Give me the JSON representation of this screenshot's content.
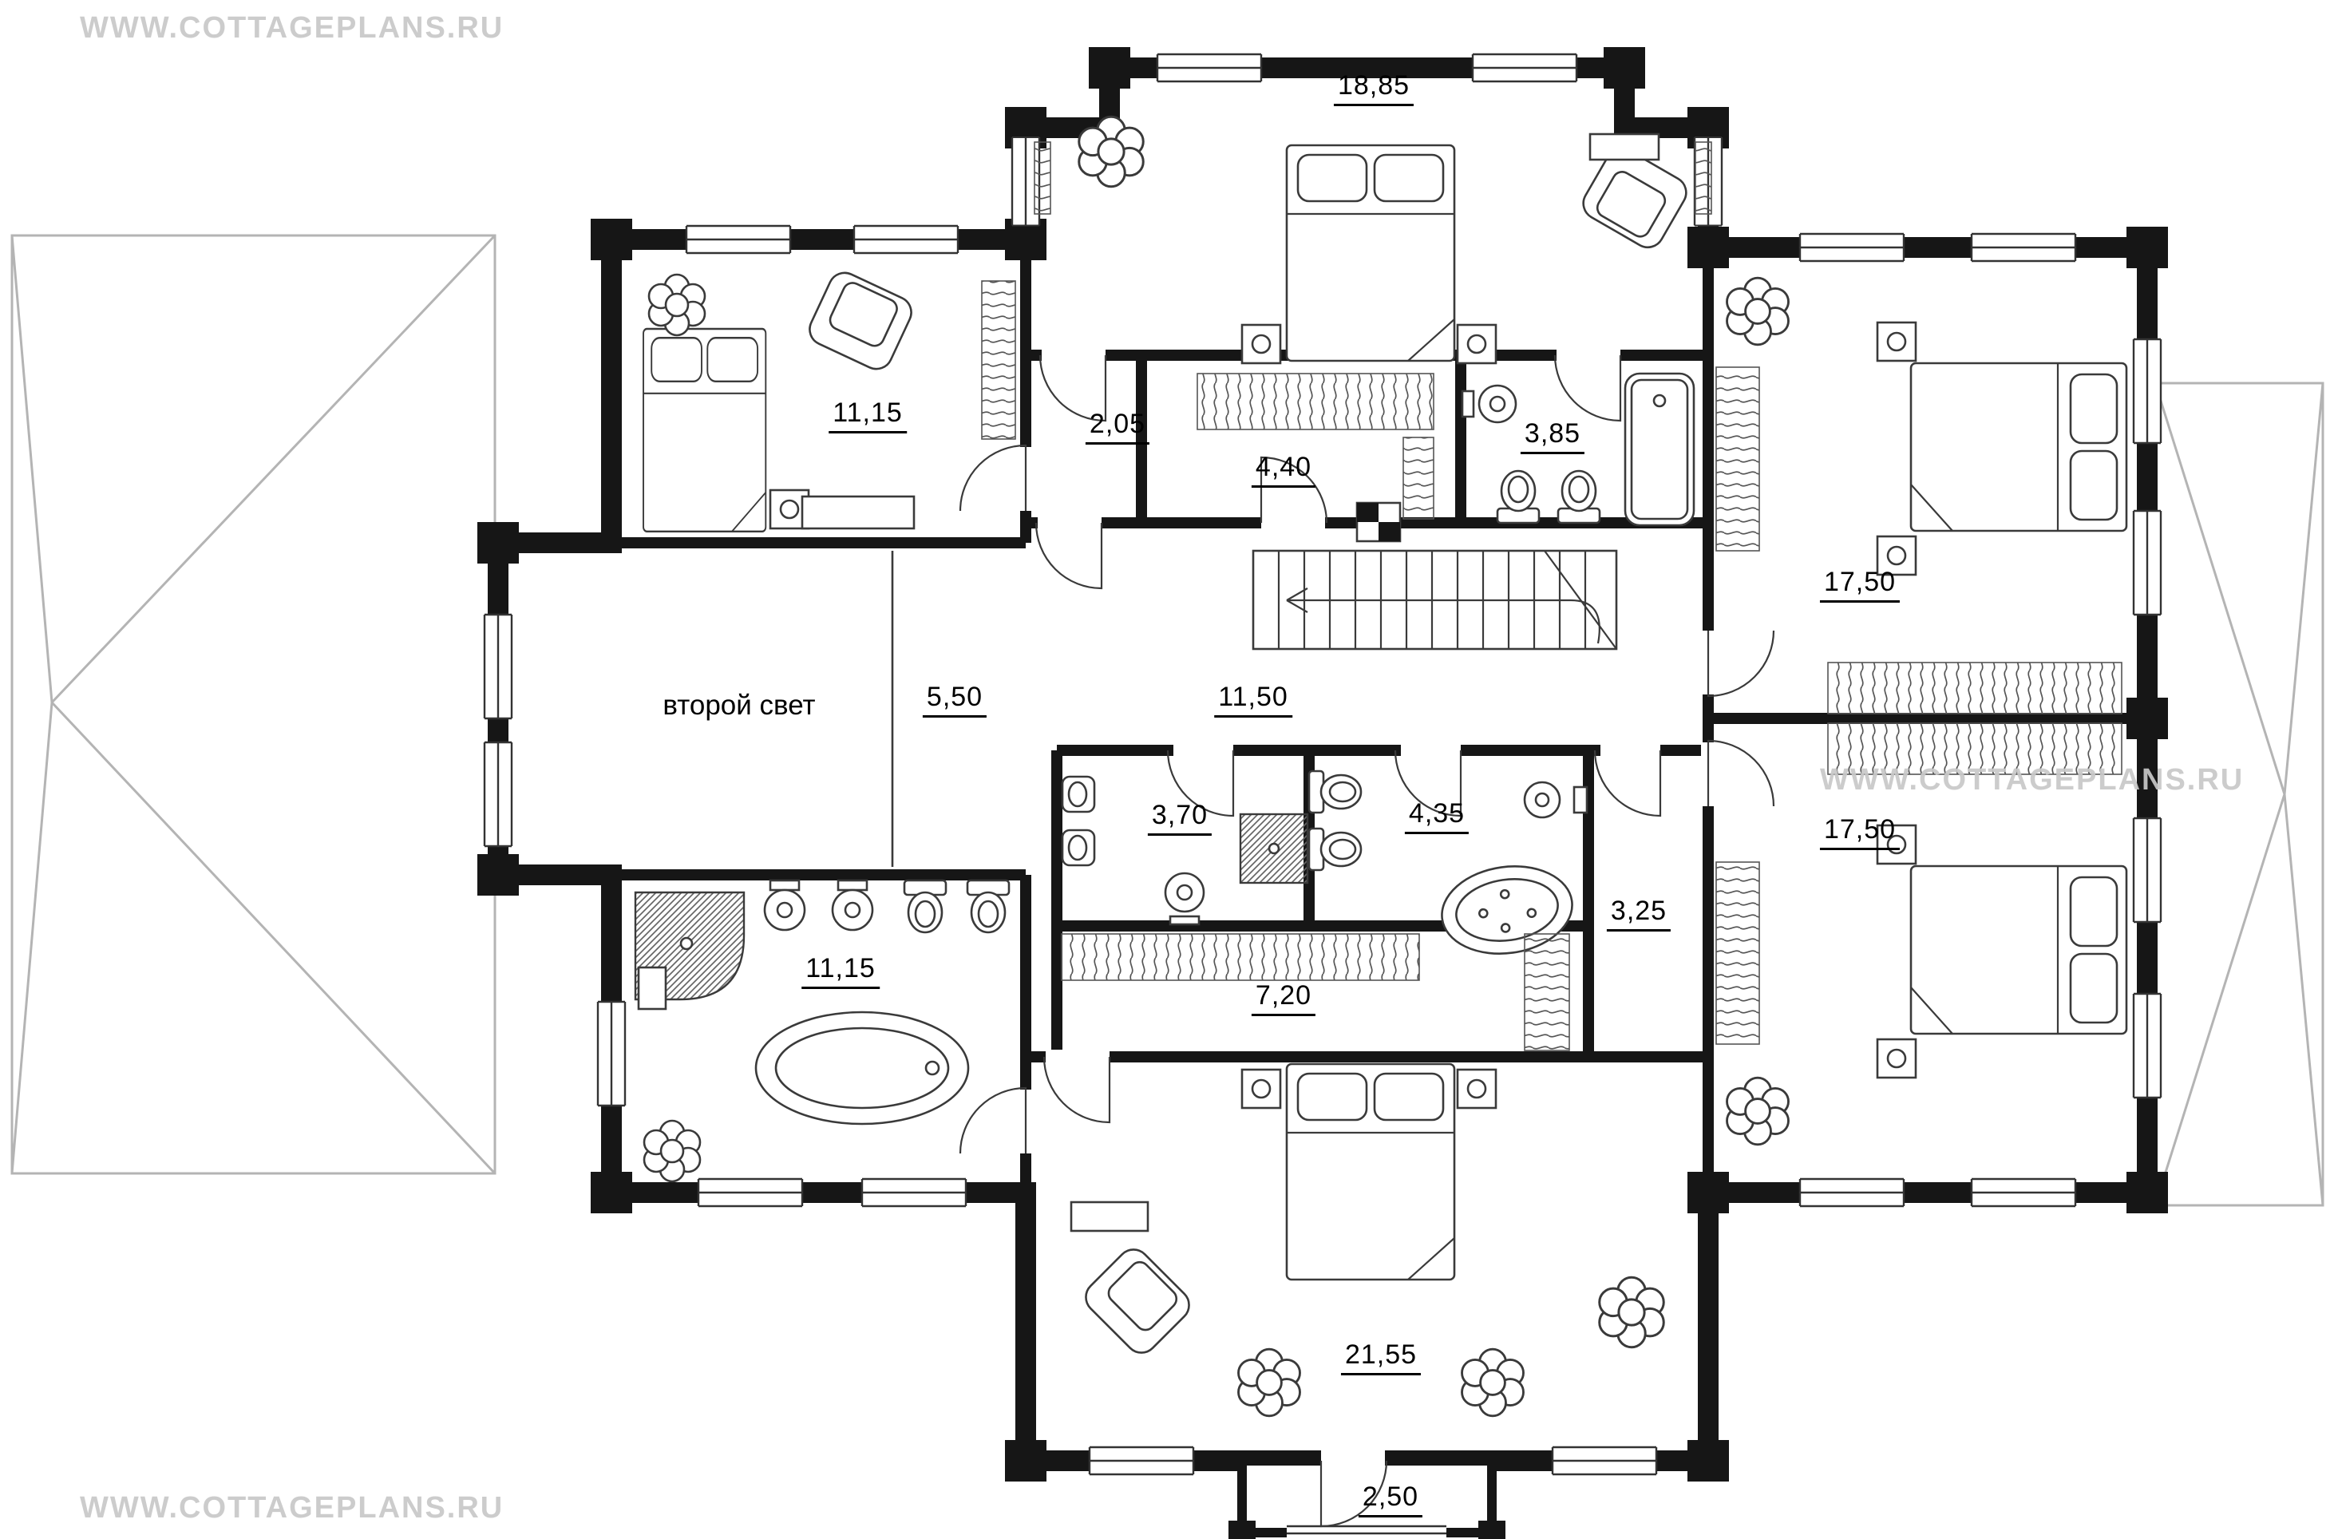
{
  "watermark": {
    "text": "WWW.COTTAGEPLANS.RU"
  },
  "plan": {
    "void_label": "второй свет",
    "rooms": [
      {
        "id": "bedroom-top",
        "area": "18,85"
      },
      {
        "id": "bedroom-left-top",
        "area": "11,15"
      },
      {
        "id": "corridor",
        "area": "2,05"
      },
      {
        "id": "wardrobe",
        "area": "4,40"
      },
      {
        "id": "bathroom-top",
        "area": "3,85"
      },
      {
        "id": "bedroom-right-top",
        "area": "17,50"
      },
      {
        "id": "hall-landing",
        "area": "5,50"
      },
      {
        "id": "hall",
        "area": "11,50"
      },
      {
        "id": "bathroom-mid-left",
        "area": "3,70"
      },
      {
        "id": "bathroom-mid-right",
        "area": "4,35"
      },
      {
        "id": "closet-right",
        "area": "3,25"
      },
      {
        "id": "bedroom-right-bottom",
        "area": "17,50"
      },
      {
        "id": "bathroom-left-bottom",
        "area": "11,15"
      },
      {
        "id": "dressing",
        "area": "7,20"
      },
      {
        "id": "bedroom-bottom",
        "area": "21,55"
      },
      {
        "id": "balcony",
        "area": "2,50"
      }
    ]
  },
  "colors": {
    "wall": "#161616",
    "roof_outline": "#b4b4b4",
    "watermark": "#c8c8c8",
    "furniture_stroke": "#3a3a3a",
    "background": "#ffffff"
  }
}
